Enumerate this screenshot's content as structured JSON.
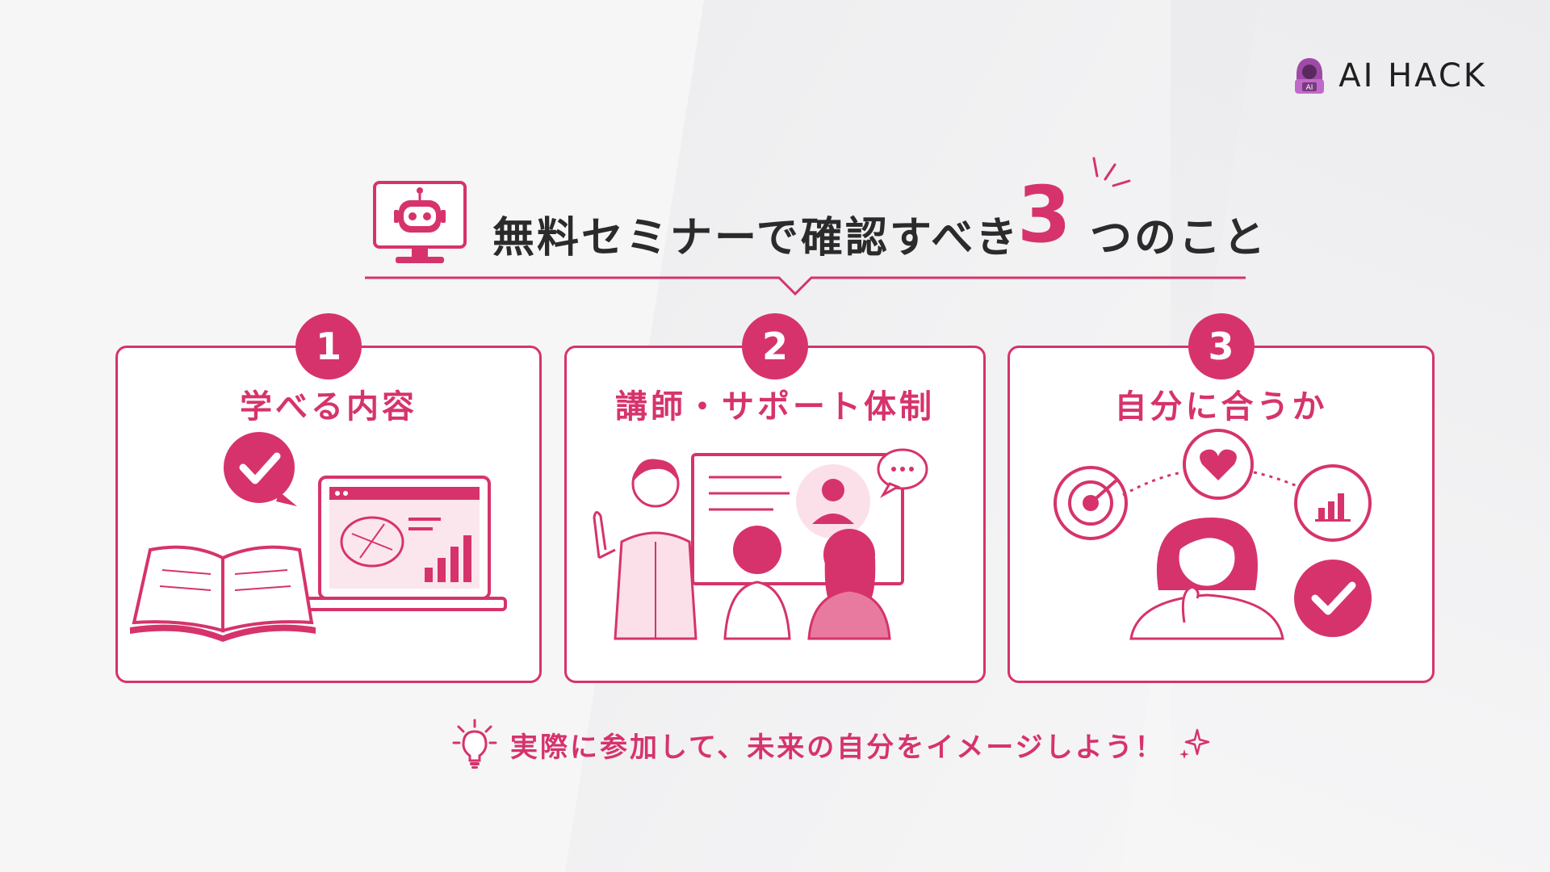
{
  "brand": {
    "name": "AI HACK",
    "icon": "hacker-robot-icon",
    "icon_text": "AI"
  },
  "title": {
    "main": "無料セミナーで確認すべき",
    "number": "3",
    "suffix": "つのこと",
    "icon": "robot-monitor-icon"
  },
  "cards": [
    {
      "number": "1",
      "label": "学べる内容",
      "illustration": "book-laptop-check-icon"
    },
    {
      "number": "2",
      "label": "講師・サポート体制",
      "illustration": "instructor-presentation-icon"
    },
    {
      "number": "3",
      "label": "自分に合うか",
      "illustration": "woman-thinking-goals-icon"
    }
  ],
  "footer": {
    "text": "実際に参加して、未来の自分をイメージしよう！",
    "icon": "lightbulb-icon",
    "sparkle_icon": "sparkle-icon"
  },
  "colors": {
    "accent": "#d6336c",
    "text": "#2b2b2b",
    "background": "#f6f6f7"
  }
}
